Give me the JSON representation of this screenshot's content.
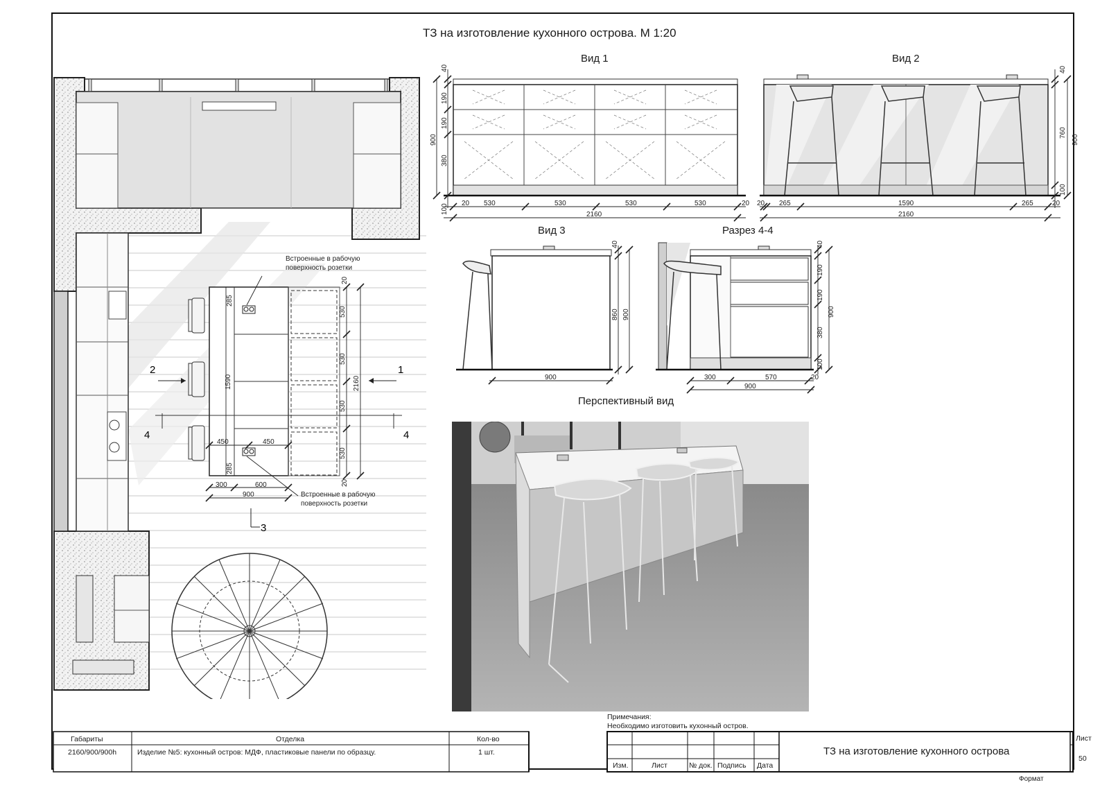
{
  "title": "ТЗ на изготовление кухонного острова. М 1:20",
  "views": {
    "v1": "Вид 1",
    "v2": "Вид 2",
    "v3": "Вид 3",
    "s44": "Разрез 4-4",
    "persp": "Перспективный вид"
  },
  "plan": {
    "note_top_l1": "Встроенные в рабочую",
    "note_top_l2": "поверхность розетки",
    "note_bot_l1": "Встроенные в рабочую",
    "note_bot_l2": "поверхность розетки",
    "marker_1": "1",
    "marker_2": "2",
    "marker_3": "3",
    "marker_4a": "4",
    "marker_4b": "4",
    "d285a": "285",
    "d285b": "285",
    "d1590": "1590",
    "d20a": "20",
    "d20b": "20",
    "d530a": "530",
    "d530b": "530",
    "d530c": "530",
    "d530d": "530",
    "d2160": "2160",
    "d450a": "450",
    "d450b": "450",
    "d300": "300",
    "d600": "600",
    "d900": "900"
  },
  "view1": {
    "v40": "40",
    "v190a": "190",
    "v190b": "190",
    "v380": "380",
    "v900": "900",
    "v100": "100",
    "h20a": "20",
    "h530a": "530",
    "h530b": "530",
    "h530c": "530",
    "h530d": "530",
    "h20b": "20",
    "h2160": "2160"
  },
  "view2": {
    "h20a": "20",
    "h265a": "265",
    "h1590": "1590",
    "h265b": "265",
    "h20b": "20",
    "h2160": "2160",
    "v40": "40",
    "v760": "760",
    "v900": "900",
    "v100": "100"
  },
  "view3": {
    "v40": "40",
    "v860": "860",
    "v900": "900",
    "h900": "900"
  },
  "section44": {
    "v40": "40",
    "v190a": "190",
    "v190b": "190",
    "v380": "380",
    "v100": "100",
    "v900": "900",
    "h300": "300",
    "h570": "570",
    "h20": "20",
    "h900": "900"
  },
  "notes": {
    "label": "Примечания:",
    "text": "Необходимо изготовить кухонный остров."
  },
  "spec": {
    "headers": [
      "Габариты",
      "Отделка",
      "Кол-во"
    ],
    "row": [
      "2160/900/900h",
      "Изделие №5: кухонный остров: МДФ, пластиковые панели по образцу.",
      "1 шт."
    ]
  },
  "stamp": {
    "izm": "Изм.",
    "list": "Лист",
    "ndok": "№ док.",
    "podpis": "Подпись",
    "data": "Дата",
    "doc_title": "ТЗ на изготовление кухонного острова",
    "sheet_label": "Лист",
    "sheet_no": "50",
    "format_label": "Формат"
  }
}
